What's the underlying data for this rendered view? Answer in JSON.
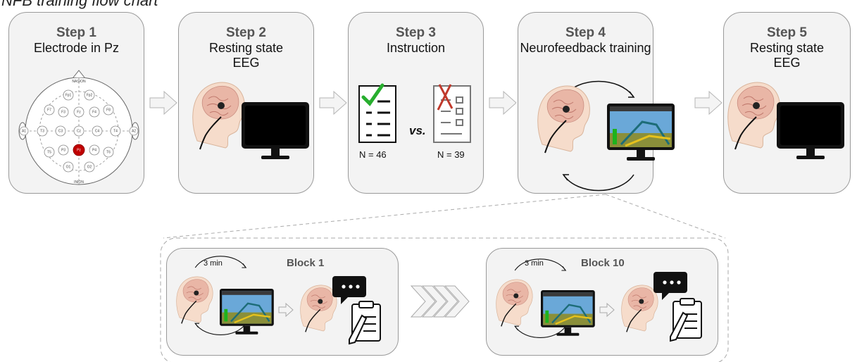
{
  "title": "NFB training flow chart",
  "steps": [
    {
      "label": "Step 1",
      "text": "Electrode in Pz"
    },
    {
      "label": "Step 2",
      "text": "Resting state EEG"
    },
    {
      "label": "Step 3",
      "text": "Instruction"
    },
    {
      "label": "Step 4",
      "text": "Neurofeedback training"
    },
    {
      "label": "Step 5",
      "text": "Resting state EEG"
    }
  ],
  "instruction": {
    "group_a": "N = 46",
    "group_b": "N = 39",
    "versus": "vs."
  },
  "electrode_map": {
    "top_label": "NASION",
    "bottom_label": "INION",
    "highlight_color": "#c00000",
    "electrodes": [
      "Fp1",
      "Fp2",
      "F7",
      "F3",
      "Fz",
      "F4",
      "F8",
      "A1",
      "T3",
      "C3",
      "Cz",
      "C4",
      "T4",
      "A2",
      "T5",
      "P3",
      "Pz",
      "P4",
      "T6",
      "O1",
      "O2"
    ]
  },
  "blocks": [
    {
      "label": "Block 1",
      "duration": "3 min"
    },
    {
      "label": "Block 10",
      "duration": "3 min"
    }
  ],
  "colors": {
    "box_fill": "#f3f3f3",
    "box_border": "#9a9a9a",
    "check": "#27ae2e",
    "cross": "#c0392b",
    "feedback_bar": "#1db31d"
  }
}
